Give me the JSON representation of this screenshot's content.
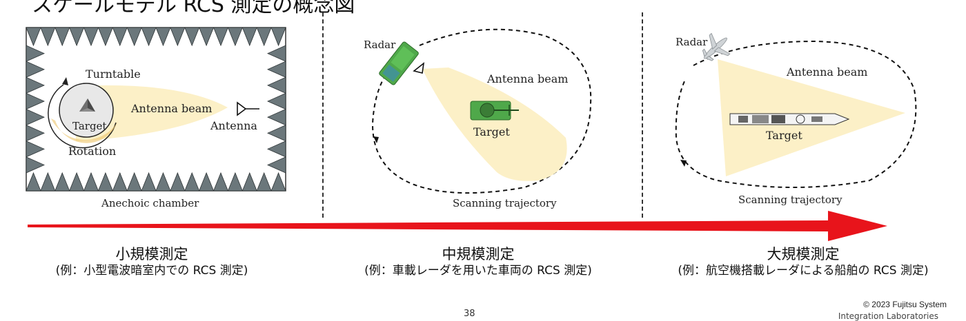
{
  "header": {
    "title": "スケールモデル RCS 測定の概念図"
  },
  "panels": [
    {
      "chamber_label": "Anechoic chamber",
      "turntable_label": "Turntable",
      "target_label": "Target",
      "beam_label": "Antenna beam",
      "antenna_label": "Antenna",
      "rotation_label": "Rotation"
    },
    {
      "radar_label": "Radar",
      "beam_label": "Antenna beam",
      "target_label": "Target",
      "trajectory_label": "Scanning trajectory"
    },
    {
      "radar_label": "Radar",
      "beam_label": "Antenna beam",
      "target_label": "Target",
      "trajectory_label": "Scanning trajectory"
    }
  ],
  "scale": [
    {
      "title": "小規模測定",
      "example": "(例：小型電波暗室内での RCS 測定)"
    },
    {
      "title": "中規模測定",
      "example": "(例：車載レーダを用いた車両の RCS 測定)"
    },
    {
      "title": "大規模測定",
      "example": "(例：航空機搭載レーダによる船舶の RCS 測定)"
    }
  ],
  "footer": {
    "copyright": "© 2023 Fujitsu System",
    "page_number": "38",
    "cut_text": "Integration Laboratories"
  },
  "colors": {
    "arrow": "#e8141b",
    "beam": "#fcf0c7",
    "absorber": "#6b777b",
    "vehicle": "#4fa84a"
  }
}
